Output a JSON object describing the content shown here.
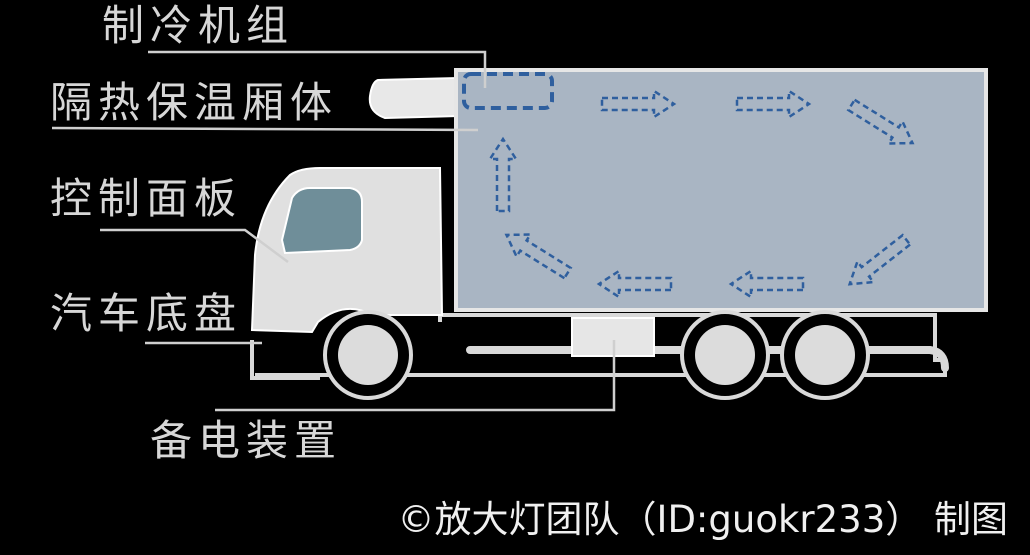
{
  "diagram": {
    "labels": {
      "refrigeration_unit": "制冷机组",
      "insulated_box": "隔热保温厢体",
      "control_panel": "控制面板",
      "chassis": "汽车底盘",
      "backup_power": "备电装置"
    },
    "credit": "©放大灯团队（ID:guokr233） 制图"
  },
  "colors": {
    "background": "#000000",
    "box_fill": "#a9b5c3",
    "cab_fill": "#e0e0e0",
    "window_fill": "#6f8e99",
    "airflow_arrow": "#2f5f9e",
    "label_text": "#d7d7d7",
    "leader_line": "#cfcfcf"
  },
  "icons": {
    "airflow": "dashed-arrow",
    "refrigeration_unit": "dashed-rounded-rect"
  }
}
